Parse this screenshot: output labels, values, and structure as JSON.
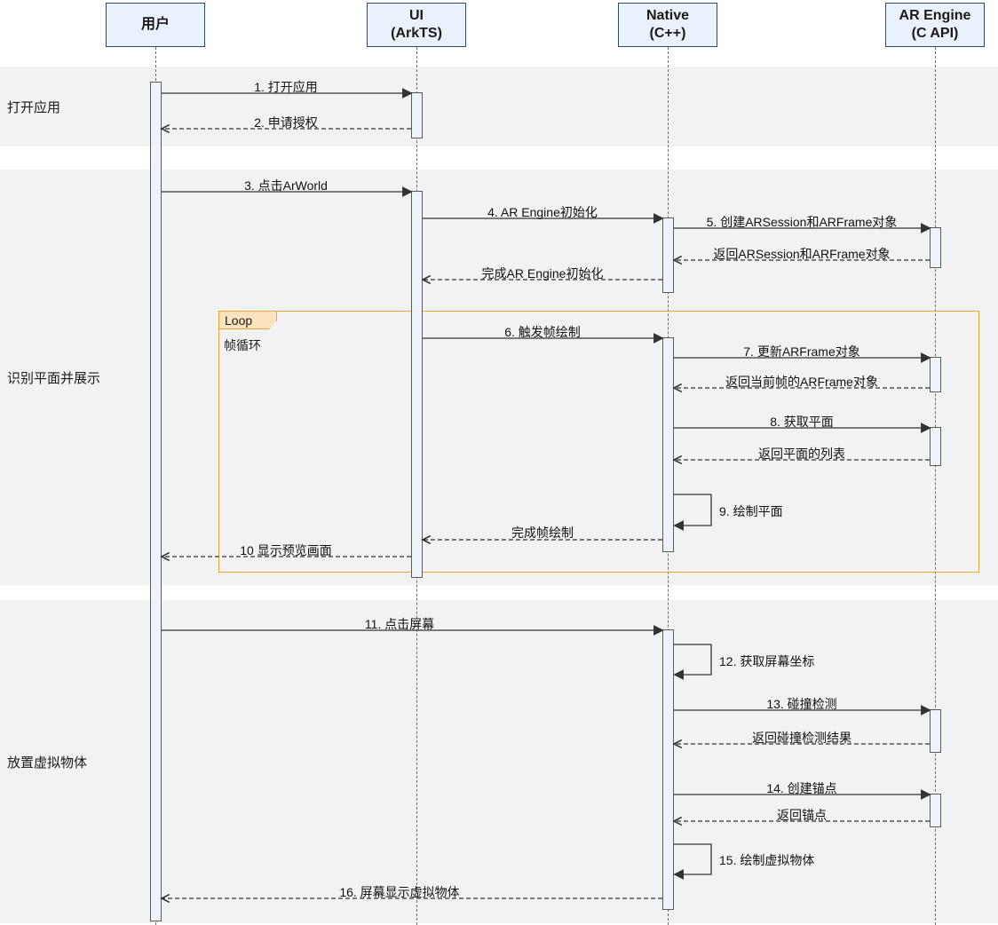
{
  "diagram": {
    "type": "uml-sequence",
    "actors": [
      {
        "id": "user",
        "label": "用户",
        "sublabel": ""
      },
      {
        "id": "ui",
        "label": "UI",
        "sublabel": "(ArkTS)"
      },
      {
        "id": "native",
        "label": "Native",
        "sublabel": "(C++)"
      },
      {
        "id": "ar-engine",
        "label": "AR Engine",
        "sublabel": "(C API)"
      }
    ],
    "phases": [
      {
        "label": "打开应用"
      },
      {
        "label": "识别平面并展示"
      },
      {
        "label": "放置虚拟物体"
      }
    ],
    "loop": {
      "label": "Loop",
      "sublabel": "帧循环"
    },
    "messages": [
      {
        "label": "1. 打开应用",
        "from": "用户",
        "to": "UI",
        "style": "solid"
      },
      {
        "label": "2. 申请授权",
        "from": "UI",
        "to": "用户",
        "style": "dashed"
      },
      {
        "label": "3. 点击ArWorld",
        "from": "用户",
        "to": "UI",
        "style": "solid"
      },
      {
        "label": "4. AR Engine初始化",
        "from": "UI",
        "to": "Native",
        "style": "solid"
      },
      {
        "label": "5. 创建ARSession和ARFrame对象",
        "from": "Native",
        "to": "AR Engine",
        "style": "solid"
      },
      {
        "label": "返回ARSession和ARFrame对象",
        "from": "AR Engine",
        "to": "Native",
        "style": "dashed"
      },
      {
        "label": "完成AR Engine初始化",
        "from": "Native",
        "to": "UI",
        "style": "dashed"
      },
      {
        "label": "6. 触发帧绘制",
        "from": "UI",
        "to": "Native",
        "style": "solid"
      },
      {
        "label": "7. 更新ARFrame对象",
        "from": "Native",
        "to": "AR Engine",
        "style": "solid"
      },
      {
        "label": "返回当前帧的ARFrame对象",
        "from": "AR Engine",
        "to": "Native",
        "style": "dashed"
      },
      {
        "label": "8. 获取平面",
        "from": "Native",
        "to": "AR Engine",
        "style": "solid"
      },
      {
        "label": "返回平面的列表",
        "from": "AR Engine",
        "to": "Native",
        "style": "dashed"
      },
      {
        "label": "9. 绘制平面",
        "from": "Native",
        "to": "Native",
        "style": "self"
      },
      {
        "label": "完成帧绘制",
        "from": "Native",
        "to": "UI",
        "style": "dashed"
      },
      {
        "label": "10 显示预览画面",
        "from": "UI",
        "to": "用户",
        "style": "dashed"
      },
      {
        "label": "11. 点击屏幕",
        "from": "用户",
        "to": "Native",
        "style": "solid"
      },
      {
        "label": "12. 获取屏幕坐标",
        "from": "Native",
        "to": "Native",
        "style": "self"
      },
      {
        "label": "13. 碰撞检测",
        "from": "Native",
        "to": "AR Engine",
        "style": "solid"
      },
      {
        "label": "返回碰撞检测结果",
        "from": "AR Engine",
        "to": "Native",
        "style": "dashed"
      },
      {
        "label": "14. 创建锚点",
        "from": "Native",
        "to": "AR Engine",
        "style": "solid"
      },
      {
        "label": "返回锚点",
        "from": "AR Engine",
        "to": "Native",
        "style": "dashed"
      },
      {
        "label": "15. 绘制虚拟物体",
        "from": "Native",
        "to": "Native",
        "style": "self"
      },
      {
        "label": "16. 屏幕显示虚拟物体",
        "from": "Native",
        "to": "用户",
        "style": "dashed"
      }
    ],
    "colors": {
      "actor_fill": "#e9f2fb",
      "actor_border": "#2b4a6d",
      "activation_fill": "#eef2f9",
      "activation_border": "#5a5a5a",
      "phase_band_fill": "#f2f2f2",
      "loop_border": "#e8a33d",
      "loop_tab_fill": "#fbe3bd",
      "arrow_color": "#333333"
    }
  }
}
